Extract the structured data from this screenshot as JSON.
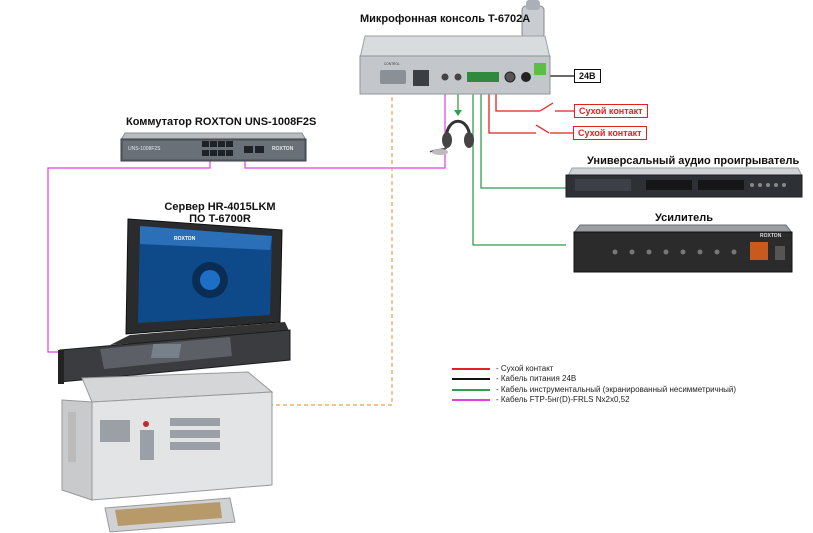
{
  "devices": {
    "mic_console": {
      "label": "Микрофонная консоль T-6702A"
    },
    "switch": {
      "label": "Коммутатор ROXTON UNS-1008F2S",
      "panel_model": "UNS-1008F2S",
      "panel_brand": "ROXTON"
    },
    "server": {
      "label_line1": "Сервер HR-4015LKM",
      "label_line2": "ПО T-6700R",
      "screen_brand": "ROXTON"
    },
    "player": {
      "label": "Универсальный аудио проигрыватель"
    },
    "amplifier": {
      "label": "Усилитель",
      "panel_brand": "ROXTON"
    }
  },
  "tags": {
    "dry_contact_1": "Сухой контакт",
    "dry_contact_2": "Сухой контакт",
    "power_24v": "24В"
  },
  "legend": [
    {
      "color": "#e0231c",
      "text": "- Сухой контакт"
    },
    {
      "color": "#111111",
      "text": "- Кабель питания 24В"
    },
    {
      "color": "#2f9e4f",
      "text": "- Кабель инструментальный (экранированный несимметричный)"
    },
    {
      "color": "#e040e0",
      "text": "- Кабель FTP-5нг(D)-FRLS Nx2x0,52"
    }
  ],
  "cable_colors": {
    "dry_contact": "#e0231c",
    "power": "#111111",
    "audio": "#2f9e4f",
    "ftp": "#e040e0",
    "ethernet_dashed": "#e8a24a"
  }
}
